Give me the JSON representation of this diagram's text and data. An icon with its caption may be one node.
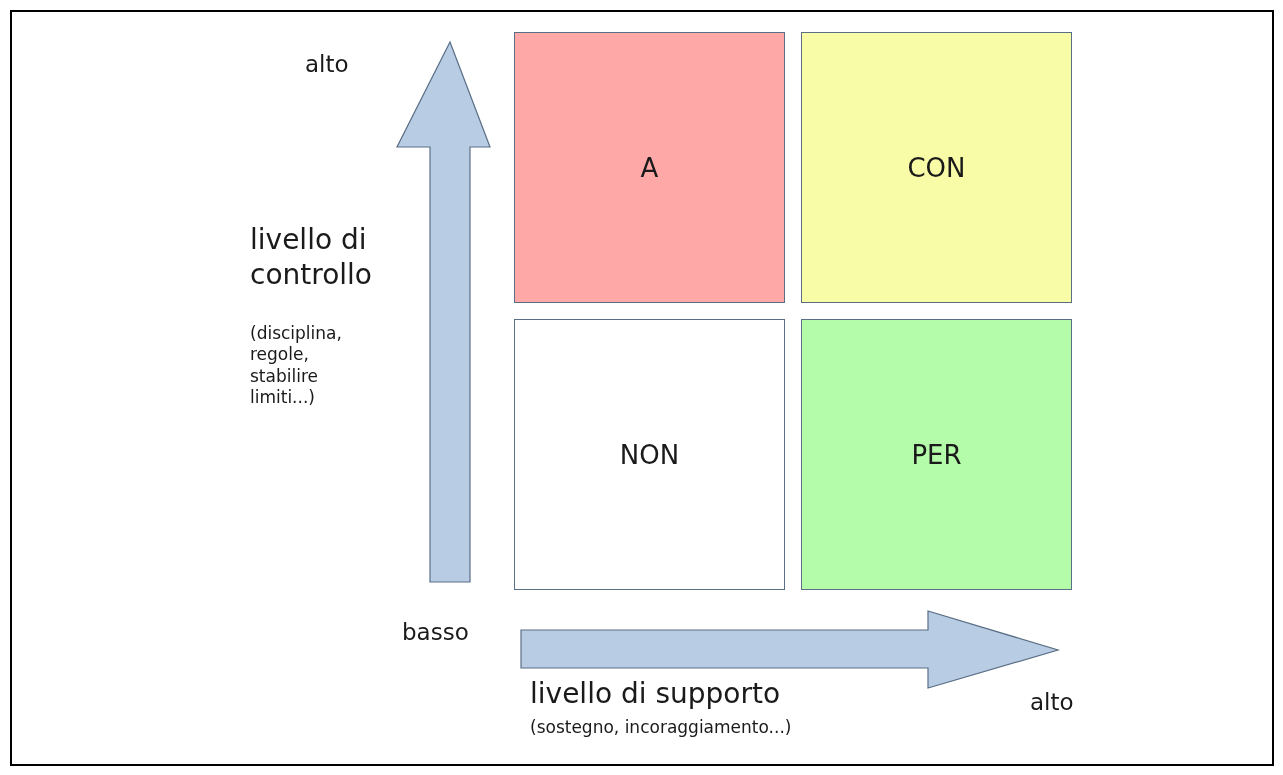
{
  "diagram": {
    "nodes": [
      {
        "text": [
          "A"
        ]
      },
      {
        "text": [
          "CON"
        ]
      },
      {
        "text": [
          "NON"
        ]
      },
      {
        "text": [
          "PER"
        ]
      }
    ],
    "labels": [
      "alto",
      "livello di controllo",
      "(disciplina, regole, stabilire limiti...)",
      "basso",
      "livello di supporto",
      "(sostegno, incoraggiamento...)",
      "alto"
    ]
  }
}
